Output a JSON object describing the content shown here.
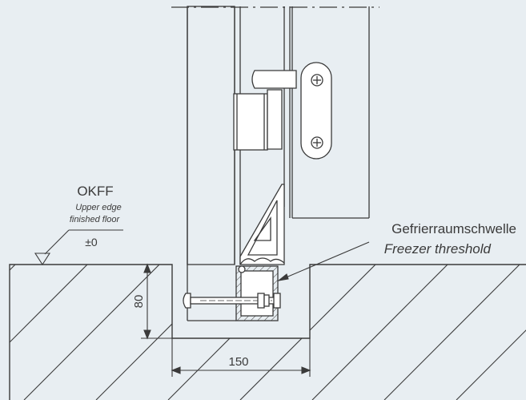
{
  "okff": {
    "title": "OKFF",
    "subtitle_line1": "Upper edge",
    "subtitle_line2": "finished floor",
    "level": "±0"
  },
  "threshold": {
    "name_de": "Gefrierraumschwelle",
    "name_en": "Freezer threshold"
  },
  "dimensions": {
    "depth": "80",
    "width": "150"
  },
  "colors": {
    "background": "#e8eef2",
    "line": "#3a3a3a",
    "fill": "#ffffff"
  }
}
